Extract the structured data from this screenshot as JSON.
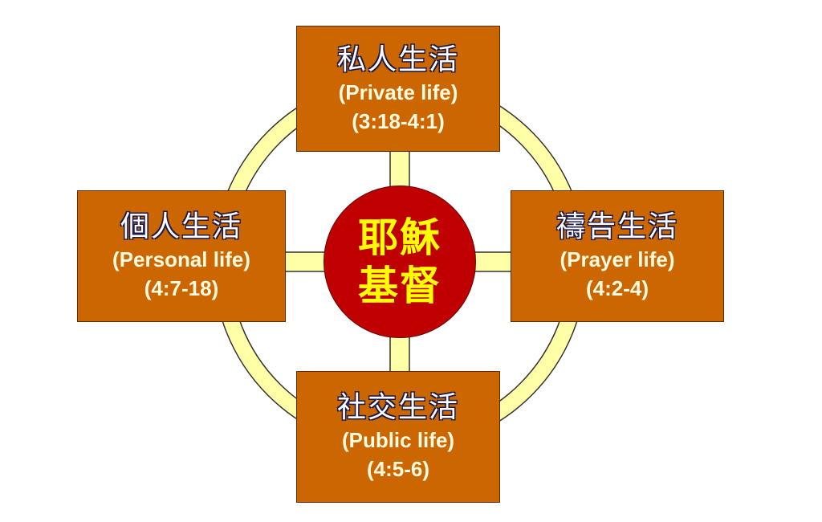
{
  "center": {
    "line1": "耶穌",
    "line2": "基督"
  },
  "boxes": {
    "top": {
      "zh": "私人生活",
      "en": "(Private life)",
      "ref": "(3:18-4:1)"
    },
    "left": {
      "zh": "個人生活",
      "en": "(Personal life)",
      "ref": "(4:7-18)"
    },
    "right": {
      "zh": "禱告生活",
      "en": "(Prayer life)",
      "ref": "(4:2-4)"
    },
    "bottom": {
      "zh": "社交生活",
      "en": "(Public life)",
      "ref": "(4:5-6)"
    }
  },
  "colors": {
    "box": "#cc6600",
    "center": "#c00000",
    "ring": "#ffff99",
    "center_text": "#ffff00"
  }
}
